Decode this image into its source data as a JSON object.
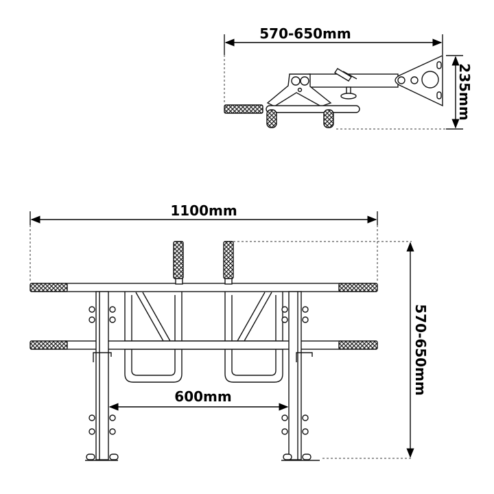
{
  "side_view": {
    "width_label": "570-650mm",
    "height_label": "235mm"
  },
  "front_view": {
    "width_label": "1100mm",
    "post_spacing_label": "600mm",
    "height_label": "570-650mm"
  }
}
